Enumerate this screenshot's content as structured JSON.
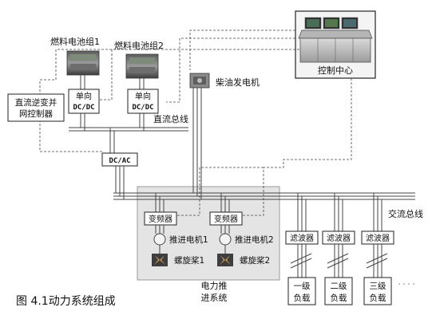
{
  "diagram": {
    "fuel_cell_1": "燃料电池组1",
    "fuel_cell_2": "燃料电池组2",
    "unidirectional_1_line1": "单向",
    "unidirectional_1_line2": "DC/DC",
    "unidirectional_2_line1": "单向",
    "unidirectional_2_line2": "DC/DC",
    "dc_inverter_line1": "直流逆变并",
    "dc_inverter_line2": "网控制器",
    "diesel_generator": "柴油发电机",
    "control_center": "控制中心",
    "dc_bus": "直流总线",
    "dcac": "DC/AC",
    "ac_bus": "交流总线",
    "inverter_1": "变频器",
    "inverter_2": "变频器",
    "motor_1": "推进电机1",
    "motor_2": "推进电机2",
    "propeller_1": "螺旋桨1",
    "propeller_2": "螺旋桨2",
    "propulsion_line1": "电力推",
    "propulsion_line2": "进系统",
    "filter_1": "滤波器",
    "filter_2": "滤波器",
    "filter_3": "滤波器",
    "load_1_line1": "一级",
    "load_1_line2": "负载",
    "load_2_line1": "二级",
    "load_2_line2": "负载",
    "load_3_line1": "三级",
    "load_3_line2": "负载"
  },
  "caption": "图 4.1动力系统组成"
}
